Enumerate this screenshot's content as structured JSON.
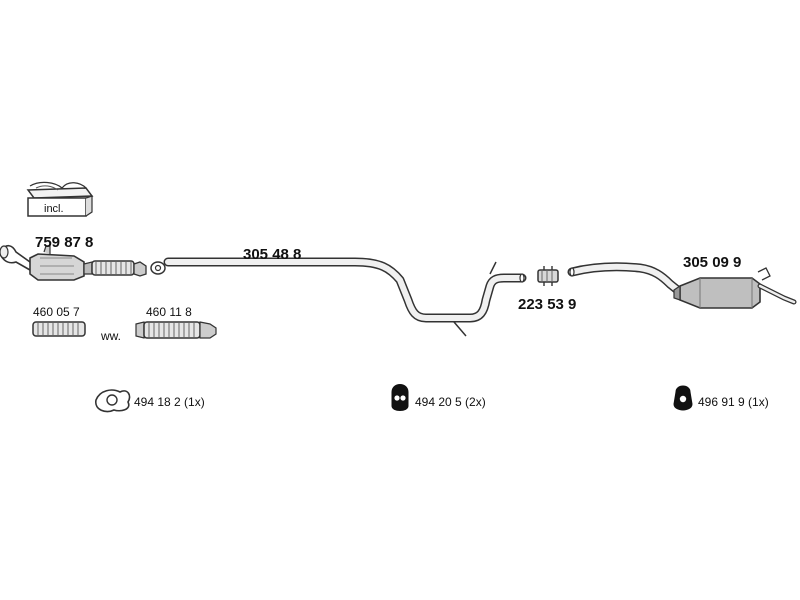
{
  "diagram": {
    "kit_box_label": "incl.",
    "note_label": "ww.",
    "parts": {
      "catalytic_converter": "759 87 8",
      "front_pipe": "305 48 8",
      "clamp": "223 53 9",
      "rear_silencer": "305 09 9",
      "flex_pipe_a": "460 05 7",
      "flex_pipe_b": "460 11 8"
    },
    "mounts": {
      "gasket": "494 18 2 (1x)",
      "rubber_mount_a": "494 20 5 (2x)",
      "rubber_mount_b": "496 91 9 (1x)"
    },
    "colors": {
      "line": "#333333",
      "fill_light": "#e6e6e6",
      "fill_mid": "#bbbbbb",
      "text": "#111111"
    }
  }
}
